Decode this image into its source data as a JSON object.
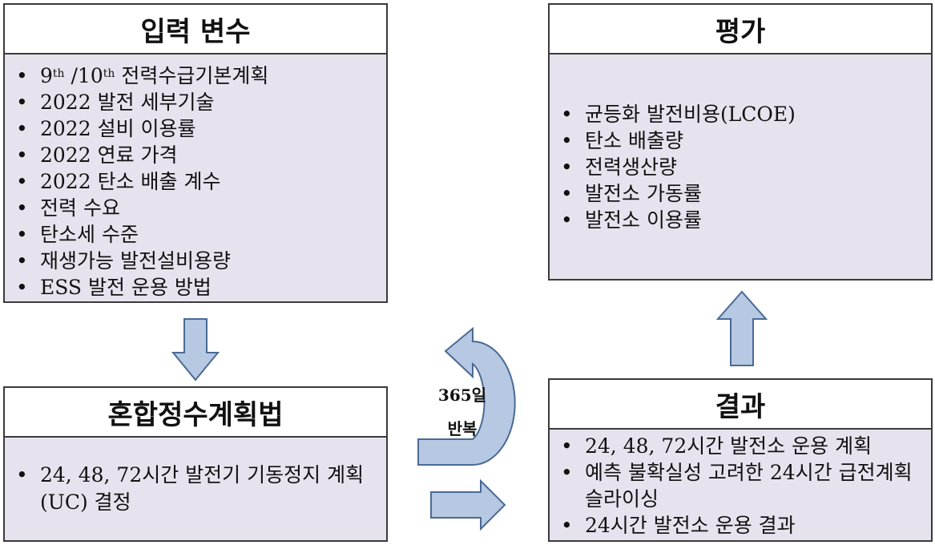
{
  "input_box": {
    "title": "입력 변수",
    "items": [
      {
        "pre": "9",
        "sup1": "th",
        "mid": " /10",
        "sup2": "th",
        "post": " 전력수급기본계획"
      },
      {
        "text": "2022 발전 세부기술"
      },
      {
        "text": "2022 설비 이용률"
      },
      {
        "text": "2022 연료 가격"
      },
      {
        "text": "2022 탄소 배출 계수"
      },
      {
        "text": "전력 수요"
      },
      {
        "text": "탄소세 수준"
      },
      {
        "text": "재생가능 발전설비용량"
      },
      {
        "text": "ESS 발전 운용 방법"
      }
    ]
  },
  "milp_box": {
    "title": "혼합정수계획법",
    "items": [
      "24, 48, 72시간 발전기 기동정지 계획(UC) 결정"
    ]
  },
  "repeat_label": {
    "line1": "365일",
    "line2": "반복"
  },
  "result_box": {
    "title": "결과",
    "items": [
      "24, 48, 72시간 발전소 운용 계획",
      "예측 불확실성 고려한 24시간 급전계획 슬라이싱",
      "24시간 발전소 운용 결과"
    ]
  },
  "eval_box": {
    "title": "평가",
    "items": [
      "균등화 발전비용(LCOE)",
      "탄소 배출량",
      "전력생산량",
      "발전소 가동률",
      "발전소 이용률"
    ]
  },
  "colors": {
    "box_fill": "#e7e3ee",
    "arrow_fill": "#b7c9e2",
    "arrow_stroke": "#4a6a96"
  }
}
